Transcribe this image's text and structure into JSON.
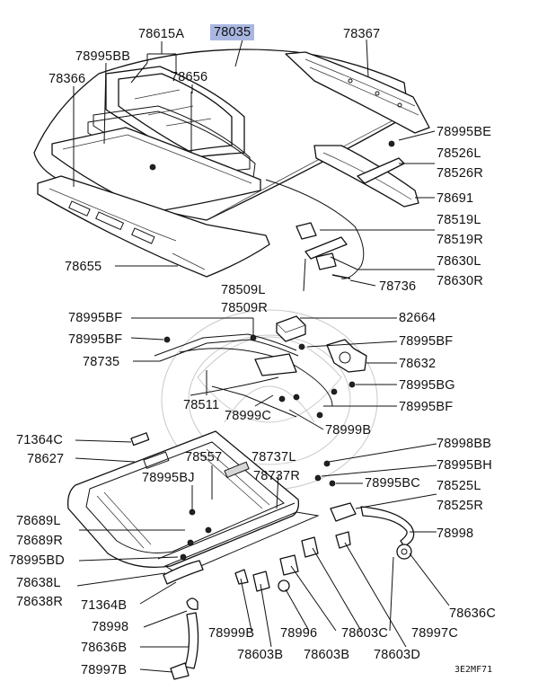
{
  "diagram_code": "3E2MF71",
  "highlighted_part": "78035",
  "labels": {
    "l_78615A": "78615A",
    "l_78035": "78035",
    "l_78367": "78367",
    "l_78995BB": "78995BB",
    "l_78656": "78656",
    "l_78366": "78366",
    "l_78995BE": "78995BE",
    "l_78526L": "78526L",
    "l_78526R": "78526R",
    "l_78691": "78691",
    "l_78519L": "78519L",
    "l_78519R": "78519R",
    "l_78655": "78655",
    "l_78630L": "78630L",
    "l_78630R": "78630R",
    "l_78509L": "78509L",
    "l_78736": "78736",
    "l_78509R": "78509R",
    "l_78995BF_a": "78995BF",
    "l_82664": "82664",
    "l_78995BF_b": "78995BF",
    "l_78995BF_c": "78995BF",
    "l_78735": "78735",
    "l_78632": "78632",
    "l_78995BG": "78995BG",
    "l_78511": "78511",
    "l_78995BF_d": "78995BF",
    "l_78999C": "78999C",
    "l_78999B_top": "78999B",
    "l_71364C": "71364C",
    "l_78998BB": "78998BB",
    "l_78627": "78627",
    "l_78557": "78557",
    "l_78737L": "78737L",
    "l_78995BH": "78995BH",
    "l_78737R": "78737R",
    "l_78995BJ": "78995BJ",
    "l_78995BC": "78995BC",
    "l_78525L": "78525L",
    "l_78525R": "78525R",
    "l_78689L": "78689L",
    "l_78998_r": "78998",
    "l_78689R": "78689R",
    "l_78995BD": "78995BD",
    "l_78638L": "78638L",
    "l_78638R": "78638R",
    "l_71364B": "71364B",
    "l_78636C": "78636C",
    "l_78998_l": "78998",
    "l_78999B_bot": "78999B",
    "l_78996": "78996",
    "l_78603C": "78603C",
    "l_78997C": "78997C",
    "l_78636B": "78636B",
    "l_78997B": "78997B",
    "l_78603B_a": "78603B",
    "l_78603B_b": "78603B",
    "l_78603D": "78603D"
  }
}
